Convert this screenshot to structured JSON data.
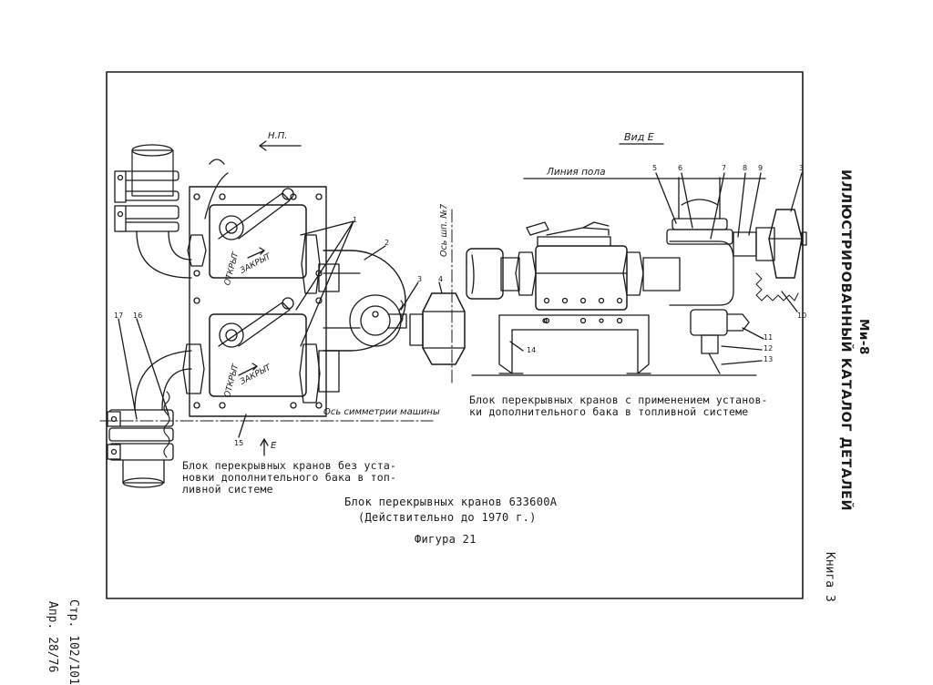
{
  "header": {
    "model": "Ми-8",
    "catalog": "ИЛЛЮСТРИРОВАННЫЙ КАТАЛОГ ДЕТАЛЕЙ",
    "book": "Книга 3"
  },
  "footer": {
    "page": "Стр. 102/101",
    "date": "Апр. 28/76"
  },
  "figure": {
    "title": "Блок перекрывных кранов 633600А",
    "validity": "(Действительно до 1970 г.)",
    "number": "Фигура 21"
  },
  "left_view": {
    "caption_lines": [
      "Блок перекрывных кранов без уста-",
      "новки дополнительного бака в топ-",
      "ливной системе"
    ],
    "direction_label": "Н.П.",
    "arrow_label": "Е",
    "axis_label": "Ось симметрии машины",
    "valve_open": "ОТКРЫТ",
    "valve_closed": "ЗАКРЫТ",
    "callouts": [
      "1",
      "2",
      "3",
      "4",
      "15",
      "16",
      "17"
    ]
  },
  "right_view": {
    "view_label": "Вид Е",
    "floor_label": "Линия пола",
    "frame_label": "Ось шп. №7",
    "caption_lines": [
      "Блок перекрывных кранов с применением установ-",
      "ки дополнительного бака в топливной системе"
    ],
    "callouts": [
      "5",
      "6",
      "7",
      "8",
      "9",
      "3",
      "10",
      "11",
      "12",
      "13",
      "14"
    ]
  }
}
